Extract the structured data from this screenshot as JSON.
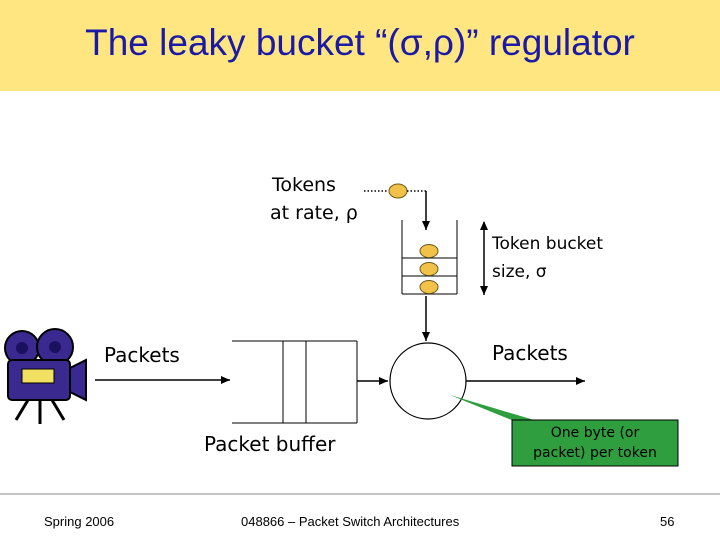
{
  "slide": {
    "title": "The leaky bucket “(σ,ρ)” regulator",
    "tokens_label_line1": "Tokens",
    "tokens_label_line2": "at rate, ρ",
    "bucket_label_line1": "Token bucket",
    "bucket_label_line2": "size, σ",
    "packets_in_label": "Packets",
    "packets_out_label": "Packets",
    "buffer_label": "Packet buffer",
    "callout_line1": "One byte (or",
    "callout_line2": "packet) per token"
  },
  "footer": {
    "left": "Spring 2006",
    "center": "048866 – Packet Switch Architectures",
    "page": "56"
  },
  "colors": {
    "title_bar": "#ffe680",
    "title_text": "#1a1aa6",
    "token": "#f2c14a",
    "callout_fill": "#2e9e3e"
  }
}
